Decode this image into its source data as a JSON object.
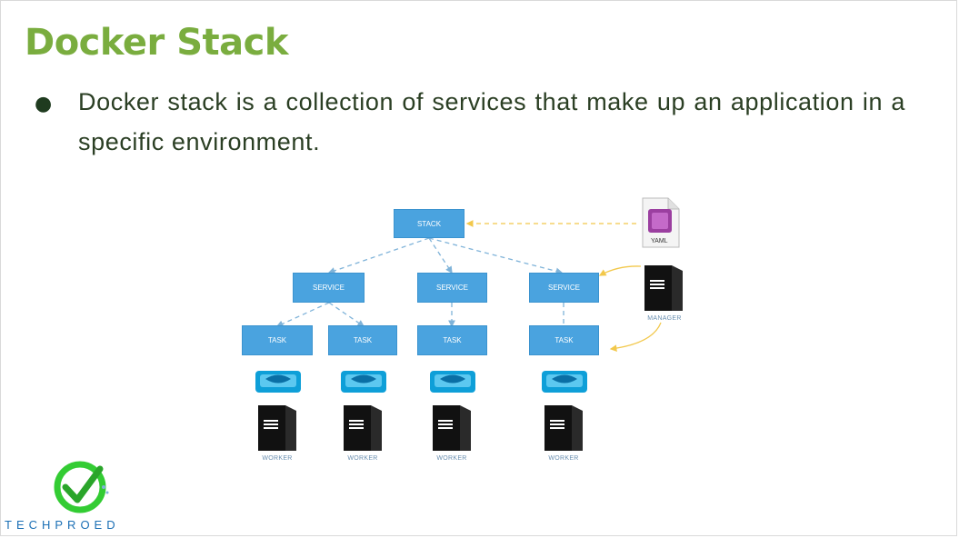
{
  "slide": {
    "title": "Docker Stack",
    "bullet": "Docker stack is a collection of services that make up an application in a specific environment."
  },
  "diagram": {
    "stack_label": "STACK",
    "yaml_label": "YAML",
    "service_labels": [
      "SERVICE",
      "SERVICE",
      "SERVICE"
    ],
    "task_labels": [
      "TASK",
      "TASK",
      "TASK",
      "TASK"
    ],
    "worker_labels": [
      "WORKER",
      "WORKER",
      "WORKER",
      "WORKER"
    ],
    "manager_label": "MANAGER",
    "colors": {
      "node_fill": "#4aa3df",
      "arrow_blue": "#7fb3d9",
      "arrow_yellow": "#f2c84b"
    }
  },
  "brand": {
    "name": "TECHPROED",
    "logo_color": "#33cc33"
  }
}
